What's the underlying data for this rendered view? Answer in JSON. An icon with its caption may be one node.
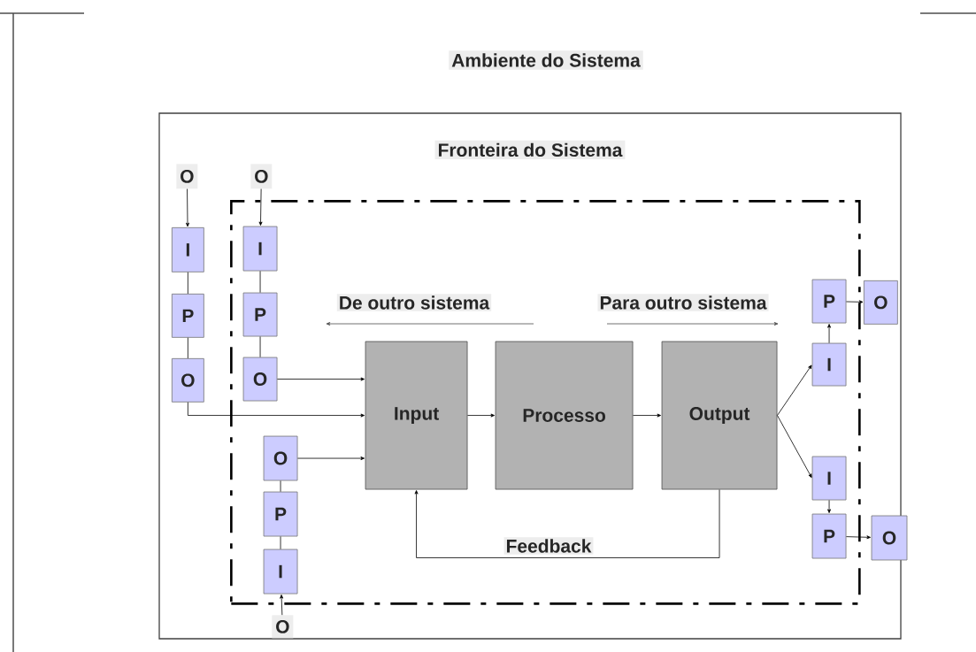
{
  "diagram": {
    "title": "Ambiente do Sistema",
    "nodes": [
      {
        "text": [
          "Fronteira do Sistema"
        ]
      },
      {
        "text": [],
        "shape": "box",
        "in": 0
      },
      {
        "text": [
          "O"
        ],
        "in": 0
      },
      {
        "text": [
          "I"
        ],
        "in": 0
      },
      {
        "text": [
          "P"
        ],
        "in": 0
      },
      {
        "text": [
          "O"
        ],
        "in": 0
      },
      {
        "text": [
          "O"
        ],
        "in": 0
      },
      {
        "text": [
          "I"
        ],
        "in": 1
      },
      {
        "text": [
          "P"
        ],
        "in": 1
      },
      {
        "text": [
          "O"
        ],
        "in": 1
      },
      {
        "text": [
          "Input"
        ],
        "in": 1
      },
      {
        "text": [
          "Processo"
        ],
        "in": 1
      },
      {
        "text": [
          "Output"
        ],
        "in": 1
      },
      {
        "text": [
          "O"
        ],
        "in": 1
      },
      {
        "text": [
          "P"
        ],
        "in": 1
      },
      {
        "text": [
          "I"
        ],
        "in": 1
      },
      {
        "text": [
          "O"
        ],
        "in": 0
      },
      {
        "text": [
          "P"
        ],
        "in": 1
      },
      {
        "text": [
          "O"
        ],
        "in": 0
      },
      {
        "text": [
          "I"
        ],
        "in": 1
      },
      {
        "text": [
          "I"
        ],
        "in": 1
      },
      {
        "text": [
          "P"
        ],
        "in": 1
      },
      {
        "text": [
          "O"
        ]
      }
    ],
    "edges": [
      {
        "from": 2,
        "to": 3,
        "arrow": "to"
      },
      {
        "from": 3,
        "to": 4,
        "arrow": "none"
      },
      {
        "from": 4,
        "to": 5,
        "arrow": "none"
      },
      {
        "from": 5,
        "to": 10,
        "arrow": "to"
      },
      {
        "from": 6,
        "to": 7,
        "arrow": "to"
      },
      {
        "from": 7,
        "to": 8,
        "arrow": "none"
      },
      {
        "from": 8,
        "to": 9,
        "arrow": "none"
      },
      {
        "from": 9,
        "to": 10,
        "arrow": "to"
      },
      {
        "from": 13,
        "to": 10,
        "arrow": "to"
      },
      {
        "from": 16,
        "to": 15,
        "arrow": "to"
      },
      {
        "from": 15,
        "to": 14,
        "arrow": "none"
      },
      {
        "from": 14,
        "to": 13,
        "arrow": "none"
      },
      {
        "from": 10,
        "to": 11,
        "arrow": "to"
      },
      {
        "from": 11,
        "to": 12,
        "arrow": "to"
      },
      {
        "from": 12,
        "to": 10,
        "arrow": "to",
        "label": "Feedback"
      },
      {
        "from": 12,
        "to": 19,
        "arrow": "to"
      },
      {
        "from": 12,
        "to": 20,
        "arrow": "to"
      },
      {
        "from": 19,
        "to": 17,
        "arrow": "to"
      },
      {
        "from": 17,
        "to": 18,
        "arrow": "to"
      },
      {
        "from": 20,
        "to": 21,
        "arrow": "to"
      },
      {
        "from": 21,
        "to": 22,
        "arrow": "to"
      }
    ],
    "labels": [
      "De outro sistema",
      "Para outro sistema"
    ]
  }
}
